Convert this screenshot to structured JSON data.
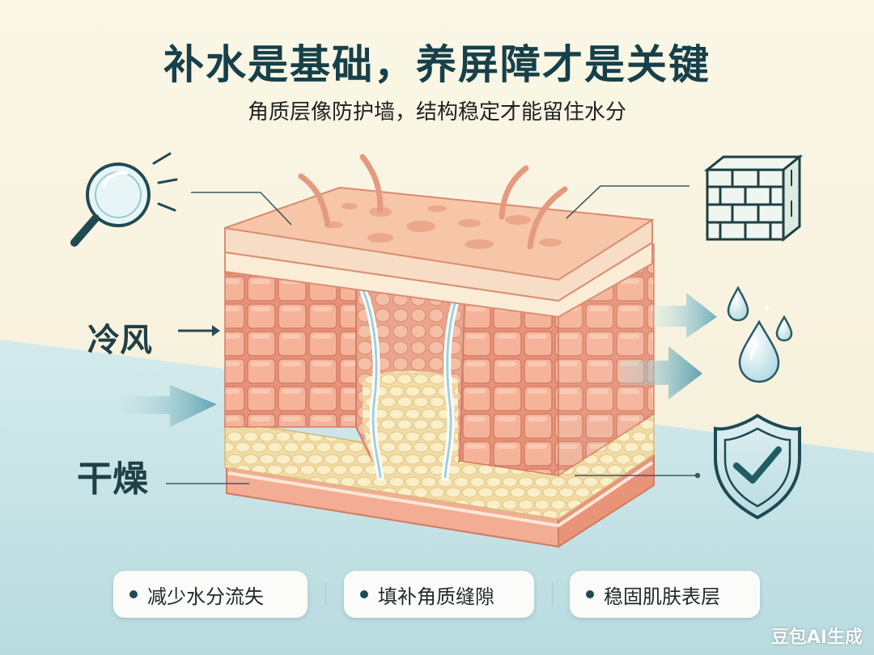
{
  "title": "补水是基础，养屏障才是关键",
  "subtitle": "角质层像防护墙，结构稳定才能留住水分",
  "labels": {
    "cold": "冷风",
    "dry": "干燥"
  },
  "pills": [
    {
      "label": "减少水分流失"
    },
    {
      "label": "填补角质缝隙"
    },
    {
      "label": "稳固肌肤表层"
    }
  ],
  "watermark": "豆包AI生成",
  "icons": [
    "magnifier-icon",
    "brick-wall-icon",
    "water-drop-icon",
    "shield-check-icon",
    "arrow-right-icon"
  ],
  "colors": {
    "background_top": "#f8f4e2",
    "background_bottom": "#cfe6e8",
    "title": "#16404a",
    "brick": "#f2a98e",
    "brick_stroke": "#dd8468",
    "fat_cell": "#f8dfa4",
    "water": "#dbeef4",
    "arrow": "#7fb7c2",
    "shield_check": "#1f5d63"
  }
}
